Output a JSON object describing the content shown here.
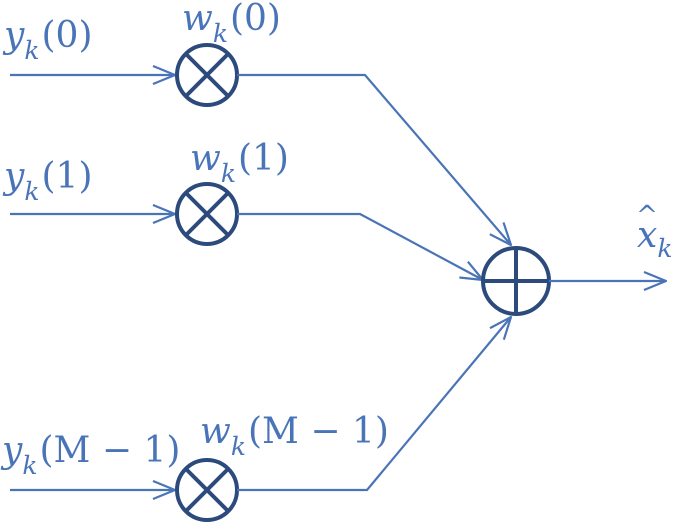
{
  "colors": {
    "wire": "#4a74b8",
    "operator": "#2c4a7c",
    "text": "#4a74b8"
  },
  "inputs": [
    {
      "symbol": "y",
      "subscript": "k",
      "argument": "(0)"
    },
    {
      "symbol": "y",
      "subscript": "k",
      "argument": "(1)"
    },
    {
      "symbol": "y",
      "subscript": "k",
      "argument": "(M − 1)"
    }
  ],
  "weights": [
    {
      "symbol": "w",
      "subscript": "k",
      "argument": "(0)"
    },
    {
      "symbol": "w",
      "subscript": "k",
      "argument": "(1)"
    },
    {
      "symbol": "w",
      "subscript": "k",
      "argument": "(M − 1)"
    }
  ],
  "output": {
    "hat": "^",
    "symbol": "x",
    "subscript": "k"
  },
  "operators": {
    "multiplier_icon": "circled-times-icon",
    "adder_icon": "circled-plus-icon"
  }
}
